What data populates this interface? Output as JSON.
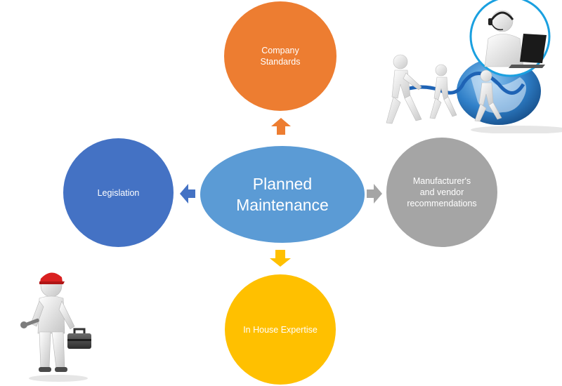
{
  "diagram": {
    "center": {
      "line1": "Planned",
      "line2": "Maintenance"
    },
    "nodes": {
      "top": {
        "line1": "Company",
        "line2": "Standards"
      },
      "left": {
        "line1": "Legislation"
      },
      "right": {
        "line1": "Manufacturer's",
        "line2": "and vendor",
        "line3": "recommendations"
      },
      "bottom": {
        "line1": "In House Expertise"
      }
    }
  },
  "colors": {
    "center": "#5b9bd5",
    "top": "#ed7d31",
    "left": "#4472c4",
    "right": "#a5a5a5",
    "bottom": "#ffc000"
  },
  "illustrations": {
    "top_right": "support-team-globe-illustration",
    "bottom_left": "mechanic-with-toolbox-illustration"
  }
}
